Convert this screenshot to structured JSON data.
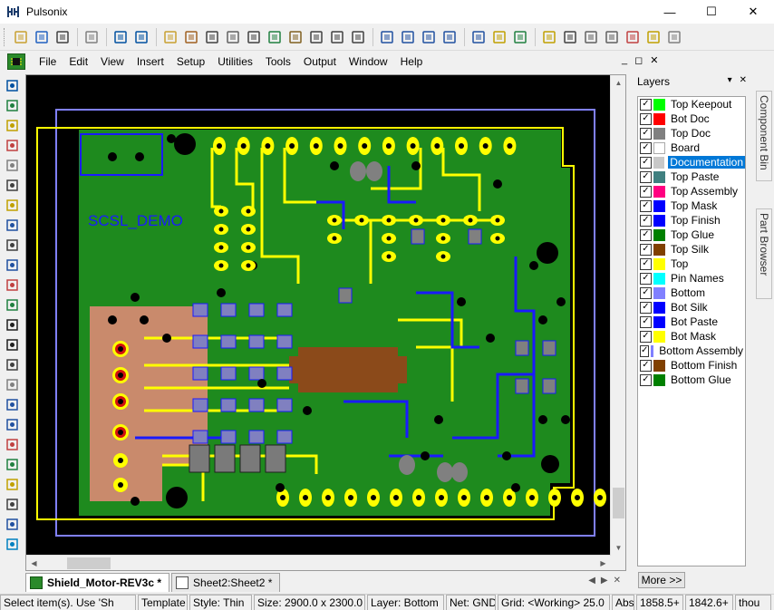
{
  "window": {
    "title": "Pulsonix",
    "minimize_glyph": "—",
    "maximize_glyph": "☐",
    "close_glyph": "✕"
  },
  "toolbar": {
    "icons": [
      "new-icon",
      "open-icon",
      "save-icon",
      "print-icon",
      "undo-icon",
      "redo-icon",
      "folder-icon",
      "book-icon",
      "tools-icon",
      "component-icon",
      "netlist-icon",
      "image-icon",
      "wand-icon",
      "report-icon",
      "list-icon",
      "document-icon",
      "zoom-window-icon",
      "zoom-previous-icon",
      "zoom-in-icon",
      "zoom-out-icon",
      "select-icon",
      "select-alt-icon",
      "move-icon",
      "ruler-icon",
      "calculator-icon",
      "edit-icon",
      "copy-icon",
      "eraser-icon",
      "lock-icon",
      "unlock-icon"
    ]
  },
  "menu": {
    "items": [
      {
        "label": "File"
      },
      {
        "label": "Edit"
      },
      {
        "label": "View"
      },
      {
        "label": "Insert"
      },
      {
        "label": "Setup"
      },
      {
        "label": "Utilities"
      },
      {
        "label": "Tools"
      },
      {
        "label": "Output"
      },
      {
        "label": "Window"
      },
      {
        "label": "Help"
      }
    ],
    "mdi_min": "_",
    "mdi_restore": "◻",
    "mdi_close": "✕"
  },
  "layers_panel": {
    "title": "Layers",
    "pin_glyph": "▾",
    "close_glyph": "✕",
    "more_label": "More >>",
    "layers": [
      {
        "name": "Top Keepout",
        "color": "#00ff00",
        "checked": true,
        "selected": false
      },
      {
        "name": "Bot Doc",
        "color": "#ff0000",
        "checked": true,
        "selected": false
      },
      {
        "name": "Top Doc",
        "color": "#808080",
        "checked": true,
        "selected": false
      },
      {
        "name": "Board",
        "color": "#ffffff",
        "checked": true,
        "selected": false
      },
      {
        "name": "Documentation",
        "color": "#c8c8c8",
        "checked": true,
        "selected": true
      },
      {
        "name": "Top Paste",
        "color": "#408080",
        "checked": true,
        "selected": false
      },
      {
        "name": "Top Assembly",
        "color": "#ff0080",
        "checked": true,
        "selected": false
      },
      {
        "name": "Top Mask",
        "color": "#0000ff",
        "checked": true,
        "selected": false
      },
      {
        "name": "Top Finish",
        "color": "#0000ff",
        "checked": true,
        "selected": false
      },
      {
        "name": "Top Glue",
        "color": "#008000",
        "checked": true,
        "selected": false
      },
      {
        "name": "Top Silk",
        "color": "#804000",
        "checked": true,
        "selected": false
      },
      {
        "name": "Top",
        "color": "#ffff00",
        "checked": true,
        "selected": false
      },
      {
        "name": "Pin Names",
        "color": "#00ffff",
        "checked": true,
        "selected": false
      },
      {
        "name": "Bottom",
        "color": "#8080ff",
        "checked": true,
        "selected": false
      },
      {
        "name": "Bot Silk",
        "color": "#0000ff",
        "checked": true,
        "selected": false
      },
      {
        "name": "Bot Paste",
        "color": "#0000ff",
        "checked": true,
        "selected": false
      },
      {
        "name": "Bot Mask",
        "color": "#ffff00",
        "checked": true,
        "selected": false
      },
      {
        "name": "Bottom Assembly",
        "color": "#8080ff",
        "checked": true,
        "selected": false
      },
      {
        "name": "Bottom Finish",
        "color": "#804000",
        "checked": true,
        "selected": false
      },
      {
        "name": "Bottom Glue",
        "color": "#008000",
        "checked": true,
        "selected": false
      }
    ]
  },
  "side_tabs": {
    "component_bin": "Component Bin",
    "part_browser": "Part Browser"
  },
  "pcb": {
    "board_text": "SCSL_DEMO"
  },
  "doc_tabs": [
    {
      "label": "Shield_Motor-REV3c *",
      "active": true
    },
    {
      "label": "Sheet2:Sheet2 *",
      "active": false
    }
  ],
  "doc_tab_close": "✕",
  "tab_arrows": {
    "left": "◀",
    "right": "▶"
  },
  "status": {
    "message": "Select item(s). Use 'Sh",
    "mode": "Template",
    "style": "Style: Thin",
    "size": "Size: 2900.0 x 2300.0",
    "layer": "Layer: Bottom",
    "net": "Net: GND",
    "grid": "Grid: <Working> 25.0",
    "abs": "Abs",
    "x": "1858.5+",
    "y": "1842.6+",
    "units": "thou"
  }
}
